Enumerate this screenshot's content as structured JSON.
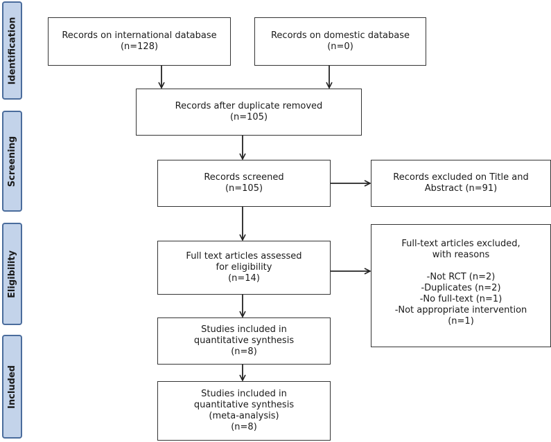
{
  "phases": {
    "identification": "Identification",
    "screening": "Screening",
    "eligibility": "Eligibility",
    "included": "Included"
  },
  "boxes": {
    "international": {
      "line1": "Records on international database",
      "line2": "(n=128)"
    },
    "domestic": {
      "line1": "Records on domestic database",
      "line2": "(n=0)"
    },
    "duplicates_removed": {
      "line1": "Records after duplicate removed",
      "line2": "(n=105)"
    },
    "screened": {
      "line1": "Records screened",
      "line2": "(n=105)"
    },
    "excluded_title_abstract": {
      "line1": "Records excluded on Title and",
      "line2": "Abstract (n=91)"
    },
    "full_text_assessed": {
      "line1": "Full text articles assessed",
      "line2": "for eligibility",
      "line3": "(n=14)"
    },
    "full_text_excluded": {
      "line1": "Full-text articles excluded,",
      "line2": "with reasons",
      "reasons": [
        "-Not RCT (n=2)",
        "-Duplicates (n=2)",
        "-No full-text (n=1)",
        "-Not appropriate intervention",
        "(n=1)"
      ]
    },
    "studies_included": {
      "line1": "Studies included in",
      "line2": "quantitative synthesis",
      "line3": "(n=8)"
    },
    "meta_analysis": {
      "line1": "Studies included in",
      "line2": "quantitative synthesis",
      "line3": "(meta-analysis)",
      "line4": "(n=8)"
    }
  }
}
